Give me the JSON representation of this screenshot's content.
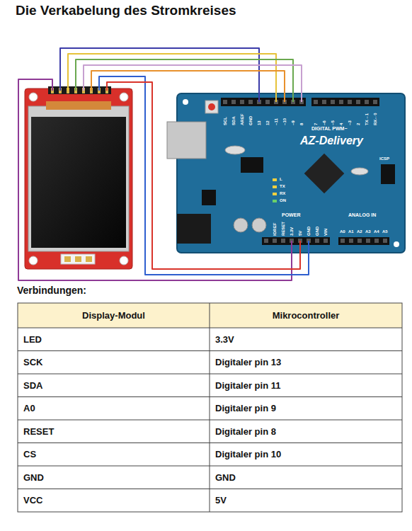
{
  "diagram": {
    "title": "Die Verkabelung des Stromkreises",
    "labels": [
      "Verbindungen:",
      "Display-Modul",
      "Mikrocontroller",
      "LED",
      "3.3V",
      "SCK",
      "Digitaler pin 13",
      "SDA",
      "Digitaler pin 11",
      "A0",
      "Digitaler pin 9",
      "RESET",
      "Digitaler pin 8",
      "CS",
      "Digitaler pin 10",
      "GND",
      "GND",
      "VCC",
      "5V",
      "AZ-Delivery",
      "DIGITAL PWM~",
      "POWER",
      "ANALOG IN",
      "ICSP",
      "ON",
      "L",
      "TX",
      "RX",
      "SCL",
      "SDA",
      "AREF",
      "GND",
      "13",
      "12",
      "~11",
      "~10",
      "~9",
      "8",
      "7",
      "~6",
      "~5",
      "4",
      "~3",
      "2",
      "TX→1",
      "RX←0",
      "IOREF",
      "RESET",
      "3.3V",
      "5V",
      "GND",
      "GND",
      "VIN",
      "A0",
      "A1",
      "A2",
      "A3",
      "A4",
      "A5"
    ]
  }
}
